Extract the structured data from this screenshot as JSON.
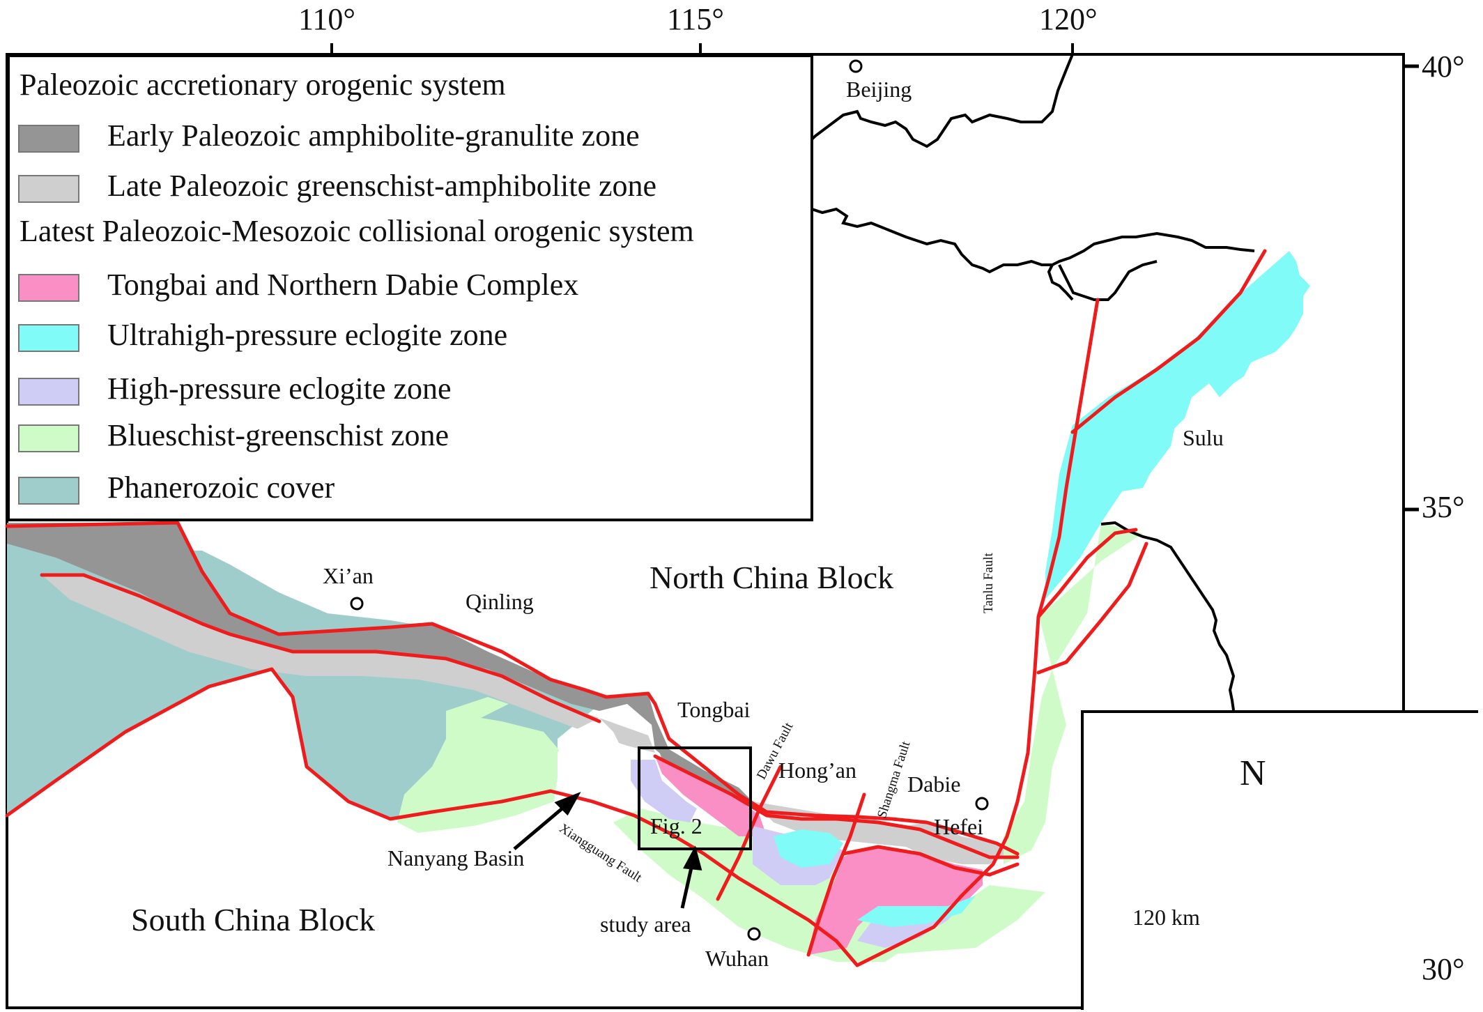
{
  "axes": {
    "longitude_ticks": [
      "110°",
      "115°",
      "120°"
    ],
    "latitude_ticks": [
      "40°",
      "35°",
      "30°"
    ]
  },
  "legend": {
    "section1_title": "Paleozoic  accretionary  orogenic  system",
    "section2_title": "Latest Paleozoic-Mesozoic collisional orogenic system",
    "items": [
      {
        "label": "Early Paleozoic amphibolite-granulite zone",
        "color": "#959595"
      },
      {
        "label": "Late Paleozoic greenschist-amphibolite zone",
        "color": "#cfcfcf"
      },
      {
        "label": "Tongbai and Northern Dabie Complex",
        "color": "#f98fc4"
      },
      {
        "label": "Ultrahigh-pressure eclogite zone",
        "color": "#80fbf7"
      },
      {
        "label": "High-pressure eclogite zone",
        "color": "#cfcdf6"
      },
      {
        "label": "Blueschist-greenschist zone",
        "color": "#cffbc9"
      },
      {
        "label": "Phanerozoic cover",
        "color": "#9fcdcc"
      }
    ]
  },
  "places": {
    "beijing": "Beijing",
    "xian": "Xi’an",
    "qinling": "Qinling",
    "north_china_block": "North China Block",
    "south_china_block": "South China Block",
    "tongbai": "Tongbai",
    "hongan": "Hong’an",
    "dabie": "Dabie",
    "hefei": "Hefei",
    "wuhan": "Wuhan",
    "sulu": "Sulu",
    "nanyang_basin": "Nanyang Basin",
    "fig2": "Fig. 2",
    "study_area": "study area"
  },
  "faults": {
    "tanlu": "Tanlu Fault",
    "dawu": "Dawu Fault",
    "shangma": "Shangma Fault",
    "xiangguang": "Xiangguang Fault"
  },
  "inset": {
    "north_label": "N",
    "scale_label": "120 km"
  },
  "colors": {
    "fault_line": "#ee1c1c",
    "boundary": "#000000"
  }
}
